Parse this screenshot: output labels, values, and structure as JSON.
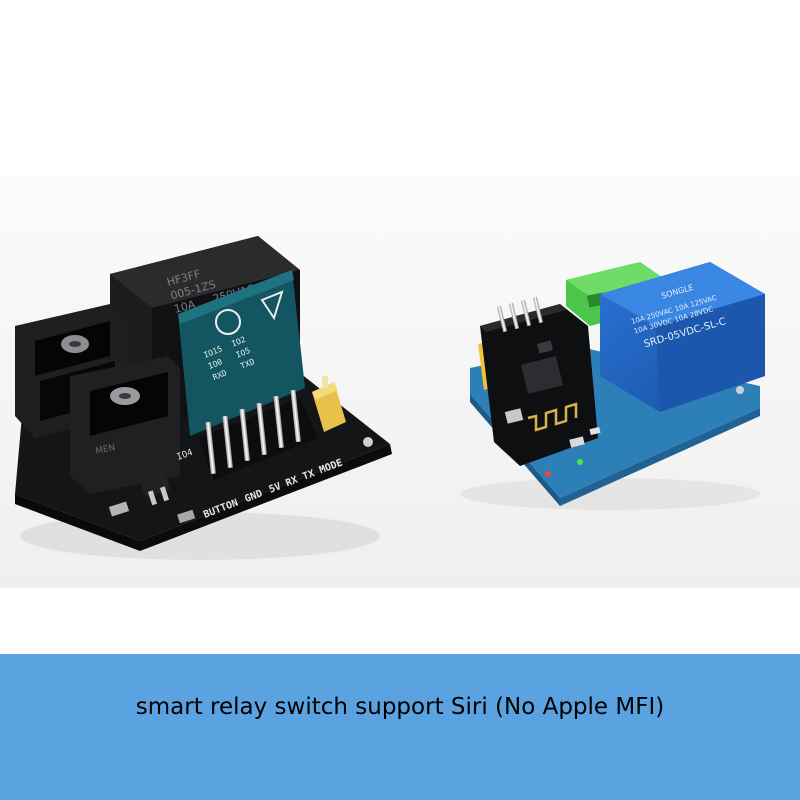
{
  "caption": "smart relay switch support Siri (No Apple MFI)",
  "photo": {
    "left_board": {
      "relay_markings": [
        "HF3FF",
        "005-1ZS",
        "10A",
        "250VAC"
      ],
      "pin_labels": [
        "BUTTON",
        "GND",
        "5V",
        "RX",
        "TX",
        "MODE"
      ],
      "side_label": "IO4",
      "module_labels": [
        "IO15",
        "IO2",
        "IO0",
        "IO5",
        "RXD",
        "TXD"
      ]
    },
    "right_board": {
      "relay_brand": "SONGLE",
      "relay_ratings": [
        "10A 250VAC 10A 125VAC",
        "10A 30VDC 10A 28VDC"
      ],
      "relay_model": "SRD-05VDC-SL-C"
    }
  },
  "colors": {
    "banner": "#5aa2e0",
    "board_black": "#17181a",
    "board_blue": "#2d7fb8",
    "relay_blue": "#1f63c4",
    "terminal_green": "#4cc64a"
  }
}
